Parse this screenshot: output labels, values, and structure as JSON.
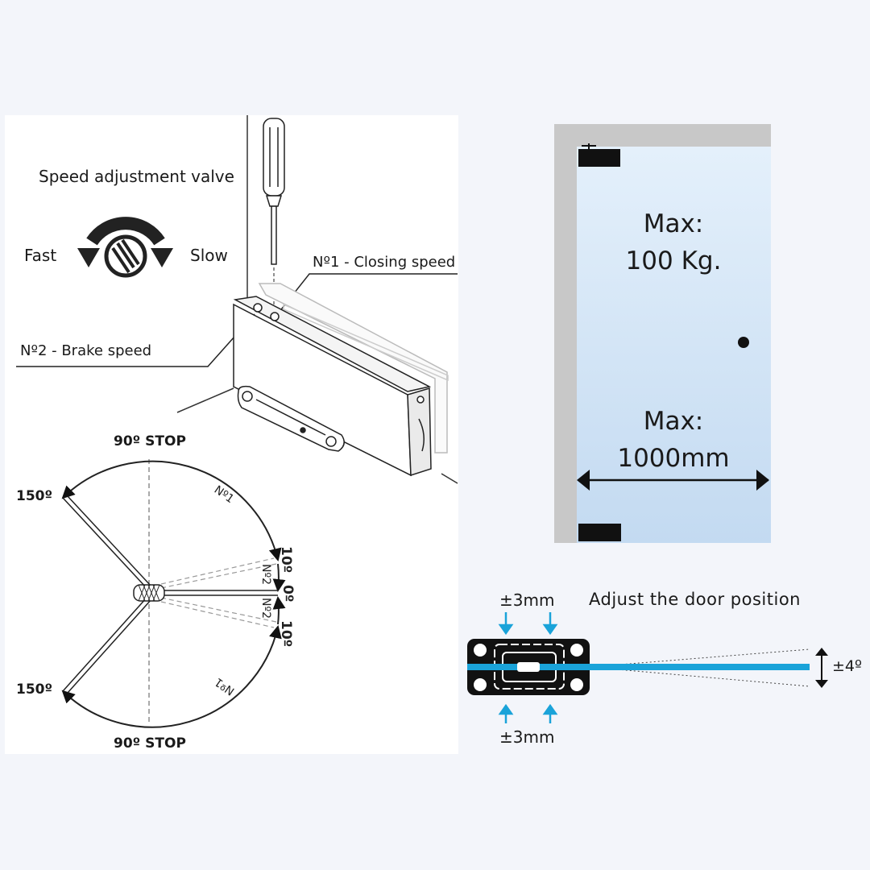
{
  "closer": {
    "valve_title": "Speed adjustment valve",
    "fast_label": "Fast",
    "slow_label": "Slow",
    "closing_speed_label": "Nº1 - Closing speed",
    "brake_speed_label": "Nº2 - Brake speed"
  },
  "angles": {
    "stop_top": "90º STOP",
    "stop_bottom": "90º STOP",
    "angle_150_top": "150º",
    "angle_150_bottom": "150º",
    "angle_10_top": "10º",
    "angle_0": "0º",
    "angle_10_bottom": "10º",
    "arc_n1_top": "Nº1",
    "arc_n2_top": "Nº2",
    "arc_n2_bottom": "Nº2",
    "arc_n1_bottom": "Nº1"
  },
  "door": {
    "weight_line1": "Max:",
    "weight_line2": "100 Kg.",
    "width_line1": "Max:",
    "width_line2": "1000mm",
    "glass_color": "#cfe3f6",
    "frame_color": "#c8c8c8"
  },
  "adjust": {
    "title": "Adjust the door position",
    "offset_top": "±3mm",
    "offset_bottom": "±3mm",
    "angle": "±4º",
    "accent_color": "#1aa3d9"
  }
}
